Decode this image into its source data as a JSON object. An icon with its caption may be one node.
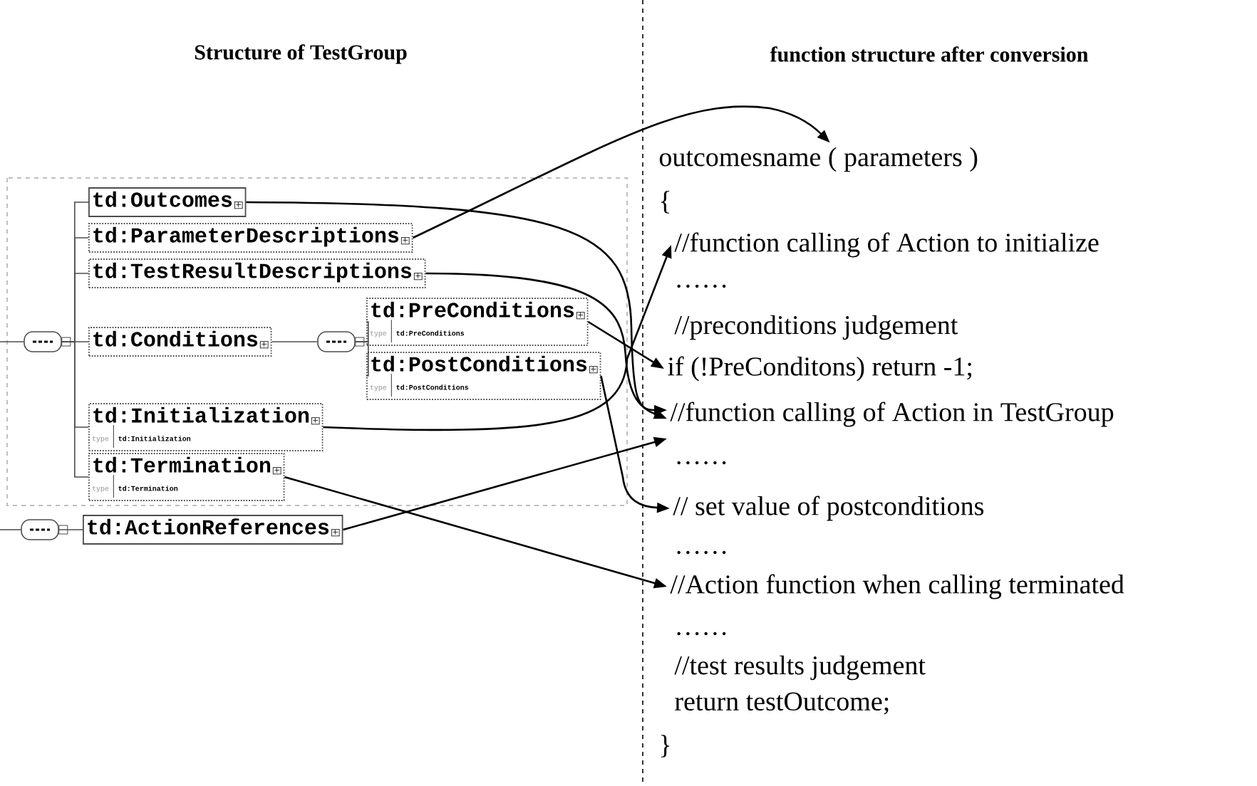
{
  "diagram": {
    "nodes": [
      {
        "text": [],
        "shape": "box"
      },
      {
        "text": [
          "td:Outcomes"
        ]
      },
      {
        "text": [
          "td:ParameterDescriptions"
        ]
      },
      {
        "text": [
          "td:TestResultDescriptions"
        ]
      },
      {
        "text": [
          "td:Conditions"
        ]
      },
      {
        "text": [],
        "shape": "box"
      },
      {
        "text": [
          "td:PreConditions",
          "type",
          "td:PreConditions"
        ]
      },
      {
        "text": [
          "td:PostConditions",
          "type",
          "td:PostConditions"
        ]
      },
      {
        "text": [
          "td:Initialization",
          "type",
          "td:Initialization"
        ]
      },
      {
        "text": [
          "td:Termination",
          "type",
          "td:Termination"
        ]
      },
      {
        "text": [],
        "shape": "box"
      },
      {
        "text": [
          "td:ActionReferences"
        ]
      },
      {
        "text": [
          "outcomesname ( parameters )"
        ]
      },
      {
        "text": [
          "//function calling of Action to initialize"
        ]
      },
      {
        "text": [
          "if (!PreConditons) return -1;"
        ]
      },
      {
        "text": [
          "//function calling of Action in TestGroup"
        ]
      },
      {
        "text": [
          "// set value of postconditions"
        ]
      },
      {
        "text": [
          "//Action function when calling terminated"
        ]
      }
    ],
    "edges": [
      {
        "from": 0,
        "to": 1,
        "arrow": "none"
      },
      {
        "from": 0,
        "to": 2,
        "arrow": "none"
      },
      {
        "from": 0,
        "to": 3,
        "arrow": "none"
      },
      {
        "from": 0,
        "to": 4,
        "arrow": "none"
      },
      {
        "from": 0,
        "to": 8,
        "arrow": "none"
      },
      {
        "from": 0,
        "to": 9,
        "arrow": "none"
      },
      {
        "from": 4,
        "to": 5,
        "arrow": "none"
      },
      {
        "from": 5,
        "to": 6,
        "arrow": "none"
      },
      {
        "from": 5,
        "to": 7,
        "arrow": "none"
      },
      {
        "from": 0,
        "to": 10,
        "arrow": "none"
      },
      {
        "from": 10,
        "to": 11,
        "arrow": "none"
      },
      {
        "from": 2,
        "to": 12,
        "arrow": "to"
      },
      {
        "from": 1,
        "to": 15,
        "arrow": "to"
      },
      {
        "from": 3,
        "to": 15,
        "arrow": "to"
      },
      {
        "from": 6,
        "to": 14,
        "arrow": "to"
      },
      {
        "from": 7,
        "to": 16,
        "arrow": "to"
      },
      {
        "from": 8,
        "to": 13,
        "arrow": "to"
      },
      {
        "from": 9,
        "to": 17,
        "arrow": "to"
      },
      {
        "from": 11,
        "to": 15,
        "arrow": "to"
      }
    ],
    "labels": [
      "Structure of TestGroup",
      "function structure after conversion",
      "{",
      "……",
      "//preconditions judgement",
      "……",
      "……",
      "……",
      "//test results judgement",
      "return testOutcome;",
      "}"
    ]
  }
}
